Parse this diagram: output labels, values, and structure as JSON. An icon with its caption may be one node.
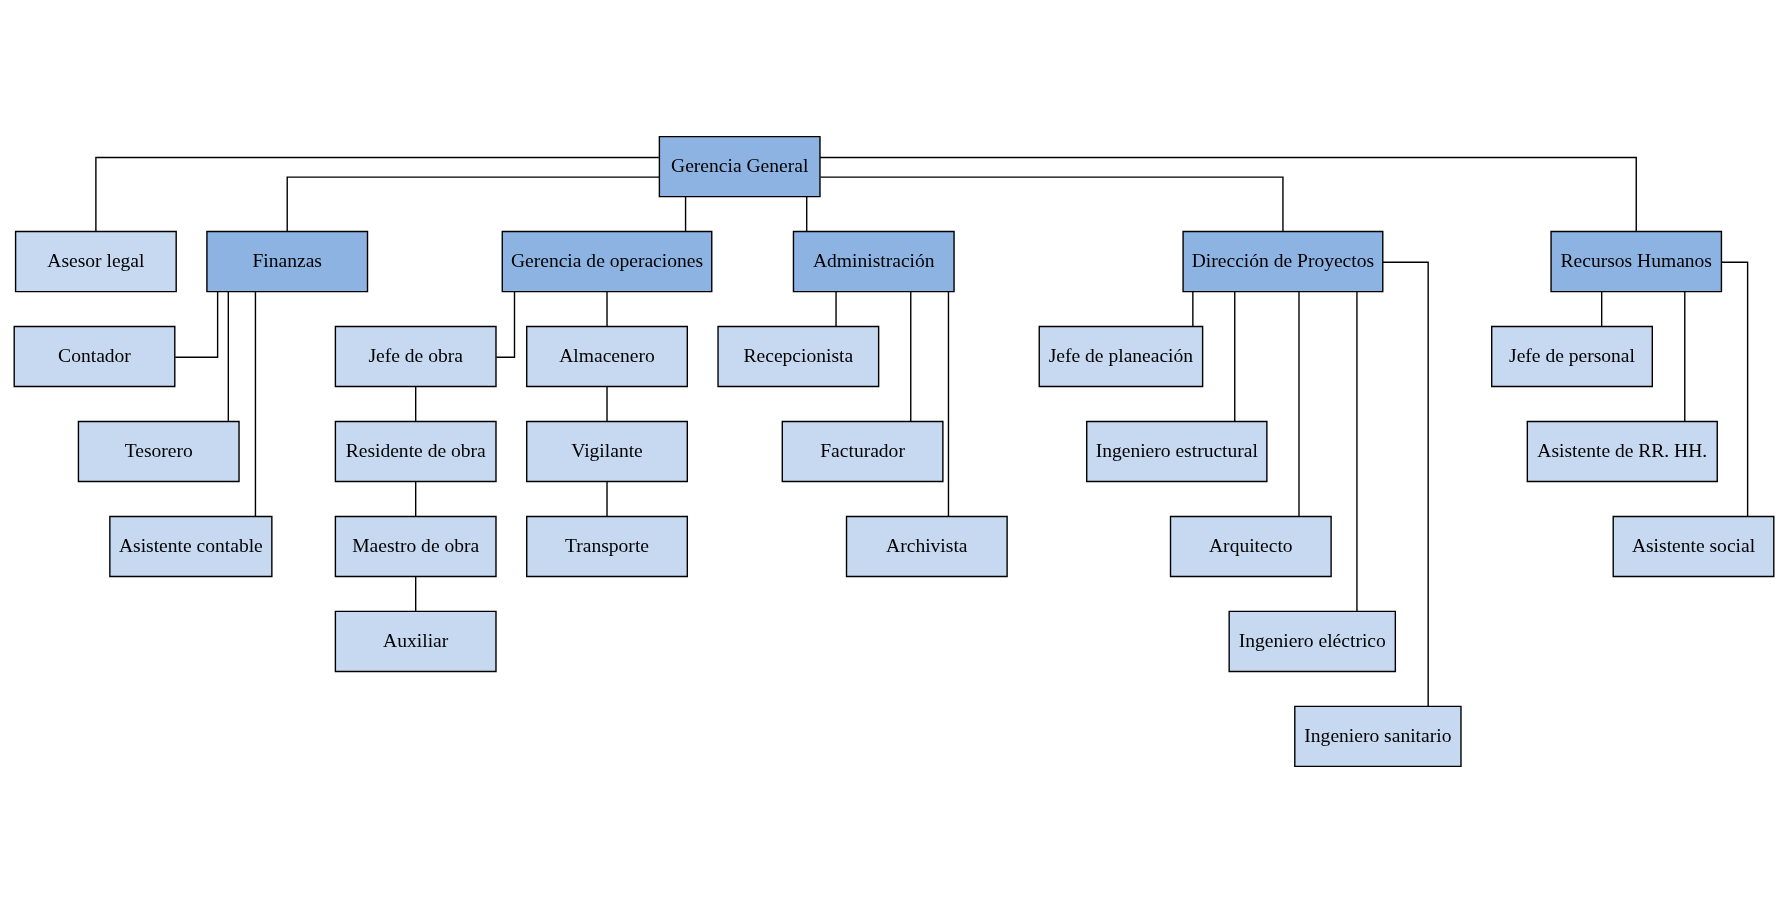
{
  "diagram": {
    "nodes": [
      {
        "text": [
          "Gerencia General"
        ]
      },
      {
        "text": [
          "Asesor legal"
        ]
      },
      {
        "text": [
          "Finanzas"
        ]
      },
      {
        "text": [
          "Gerencia de operaciones"
        ]
      },
      {
        "text": [
          "Administración"
        ]
      },
      {
        "text": [
          "Dirección de Proyectos"
        ]
      },
      {
        "text": [
          "Recursos Humanos"
        ]
      },
      {
        "text": [
          "Contador"
        ]
      },
      {
        "text": [
          "Tesorero"
        ]
      },
      {
        "text": [
          "Asistente contable"
        ]
      },
      {
        "text": [
          "Jefe de obra"
        ]
      },
      {
        "text": [
          "Residente de obra"
        ]
      },
      {
        "text": [
          "Maestro de obra"
        ]
      },
      {
        "text": [
          "Auxiliar"
        ]
      },
      {
        "text": [
          "Almacenero"
        ]
      },
      {
        "text": [
          "Vigilante"
        ]
      },
      {
        "text": [
          "Transporte"
        ]
      },
      {
        "text": [
          "Recepcionista"
        ]
      },
      {
        "text": [
          "Facturador"
        ]
      },
      {
        "text": [
          "Archivista"
        ]
      },
      {
        "text": [
          "Jefe de planeación"
        ]
      },
      {
        "text": [
          "Ingeniero estructural"
        ]
      },
      {
        "text": [
          "Arquitecto"
        ]
      },
      {
        "text": [
          "Ingeniero eléctrico"
        ]
      },
      {
        "text": [
          "Ingeniero sanitario"
        ]
      },
      {
        "text": [
          "Jefe de personal"
        ]
      },
      {
        "text": [
          "Asistente de RR. HH."
        ]
      },
      {
        "text": [
          "Asistente social"
        ]
      }
    ],
    "edges": [
      {
        "from": 0,
        "to": 1,
        "arrow": "none"
      },
      {
        "from": 0,
        "to": 2,
        "arrow": "none"
      },
      {
        "from": 0,
        "to": 3,
        "arrow": "none"
      },
      {
        "from": 0,
        "to": 4,
        "arrow": "none"
      },
      {
        "from": 0,
        "to": 5,
        "arrow": "none"
      },
      {
        "from": 0,
        "to": 6,
        "arrow": "none"
      },
      {
        "from": 2,
        "to": 7,
        "arrow": "none"
      },
      {
        "from": 2,
        "to": 8,
        "arrow": "none"
      },
      {
        "from": 2,
        "to": 9,
        "arrow": "none"
      },
      {
        "from": 3,
        "to": 10,
        "arrow": "none"
      },
      {
        "from": 3,
        "to": 14,
        "arrow": "none"
      },
      {
        "from": 10,
        "to": 11,
        "arrow": "none"
      },
      {
        "from": 11,
        "to": 12,
        "arrow": "none"
      },
      {
        "from": 12,
        "to": 13,
        "arrow": "none"
      },
      {
        "from": 14,
        "to": 15,
        "arrow": "none"
      },
      {
        "from": 15,
        "to": 16,
        "arrow": "none"
      },
      {
        "from": 4,
        "to": 17,
        "arrow": "none"
      },
      {
        "from": 4,
        "to": 18,
        "arrow": "none"
      },
      {
        "from": 4,
        "to": 19,
        "arrow": "none"
      },
      {
        "from": 5,
        "to": 20,
        "arrow": "none"
      },
      {
        "from": 5,
        "to": 21,
        "arrow": "none"
      },
      {
        "from": 5,
        "to": 22,
        "arrow": "none"
      },
      {
        "from": 5,
        "to": 23,
        "arrow": "none"
      },
      {
        "from": 5,
        "to": 24,
        "arrow": "none"
      },
      {
        "from": 6,
        "to": 25,
        "arrow": "none"
      },
      {
        "from": 6,
        "to": 26,
        "arrow": "none"
      },
      {
        "from": 6,
        "to": 27,
        "arrow": "none"
      }
    ]
  }
}
